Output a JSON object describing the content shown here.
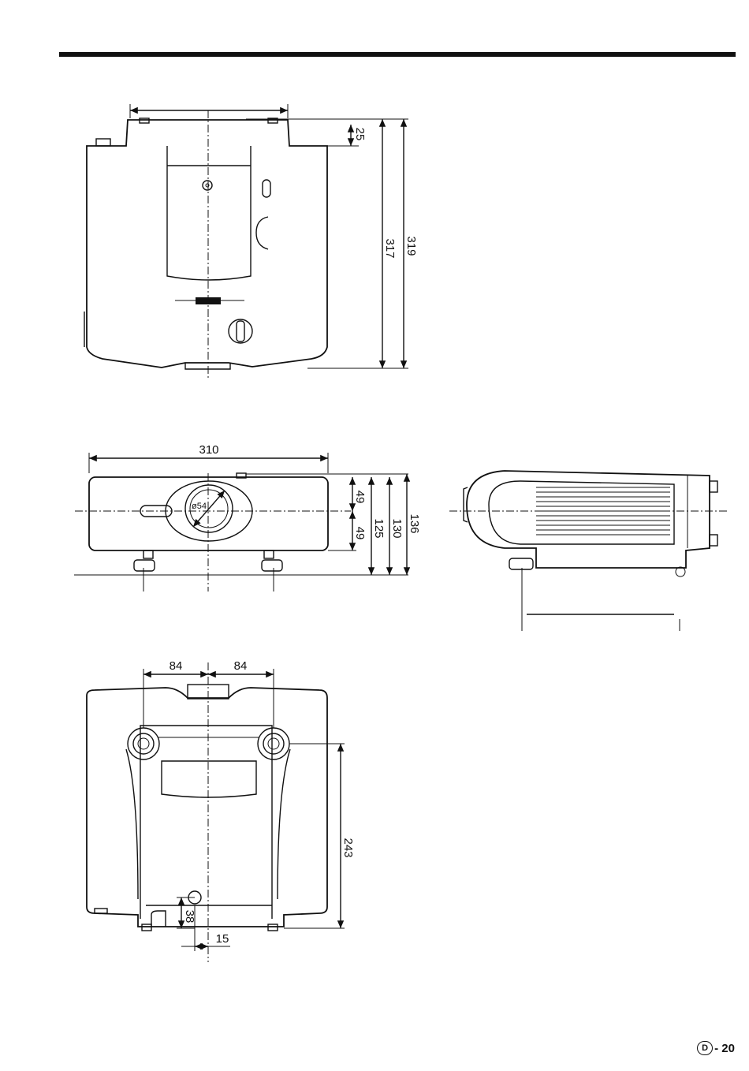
{
  "top_view": {
    "dim_25": "25",
    "dim_317": "317",
    "dim_319": "319"
  },
  "front_view": {
    "dim_310": "310",
    "dim_lens": "ø54",
    "dim_49a": "49",
    "dim_49b": "49",
    "dim_125": "125",
    "dim_130": "130",
    "dim_136": "136"
  },
  "bottom_view": {
    "dim_84a": "84",
    "dim_84b": "84",
    "dim_243": "243",
    "dim_38": "38",
    "dim_15": "15"
  },
  "footer": {
    "page_marker": "D",
    "page_number": "- 20"
  }
}
